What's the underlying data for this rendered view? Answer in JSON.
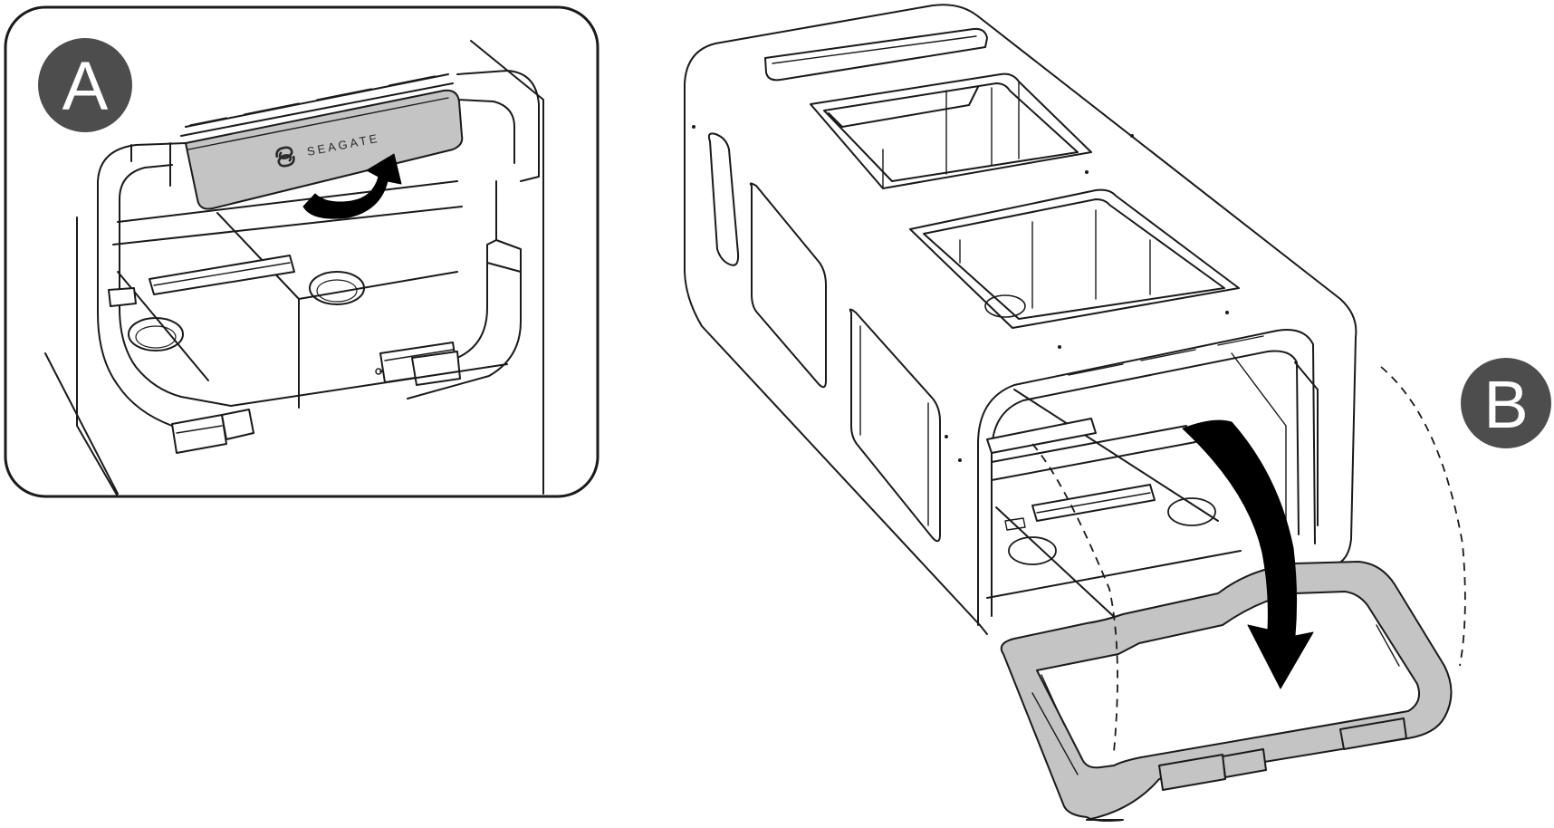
{
  "callouts": {
    "a": "A",
    "b": "B"
  },
  "brand_label": "SEAGATE",
  "colors": {
    "line": "#1a1a1a",
    "callout_fill": "#4d4d4d",
    "callout_text": "#ffffff",
    "handle_fill": "#c4c4c4",
    "arrow_fill": "#000000",
    "background": "#ffffff"
  },
  "icons": {
    "brand_logo": "seagate-logo-icon",
    "lift_arrow": "curved-up-arrow-icon",
    "lower_arrow": "curved-down-arrow-icon"
  }
}
